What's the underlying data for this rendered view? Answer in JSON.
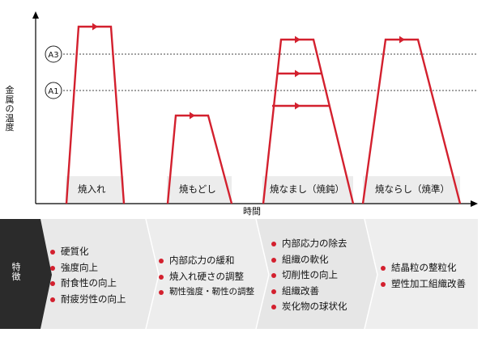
{
  "axes": {
    "y_label": "金\n属\nの\n温\n度",
    "x_label": "時間",
    "a3_label": "A3",
    "a1_label": "A1"
  },
  "processes": [
    {
      "label": "焼入れ"
    },
    {
      "label": "焼もどし"
    },
    {
      "label": "焼なまし（焼鈍）"
    },
    {
      "label": "焼ならし（焼準）"
    }
  ],
  "features_title": "特\n徴",
  "features": [
    {
      "items": [
        "硬質化",
        "強度向上",
        "耐食性の向上",
        "耐疲労性の向上"
      ]
    },
    {
      "items": [
        "内部応力の緩和",
        "焼入れ硬さの調整",
        "靭性強度・靭性の調整"
      ]
    },
    {
      "items": [
        "内部応力の除去",
        "組織の軟化",
        "切削性の向上",
        "組織改善",
        "炭化物の球状化"
      ]
    },
    {
      "items": [
        "結晶粒の整粒化",
        "塑性加工組織改善"
      ]
    }
  ],
  "colors": {
    "curve": "#d3202e",
    "panel": "#ececec",
    "header": "#2b2b2b",
    "axis": "#000000"
  }
}
